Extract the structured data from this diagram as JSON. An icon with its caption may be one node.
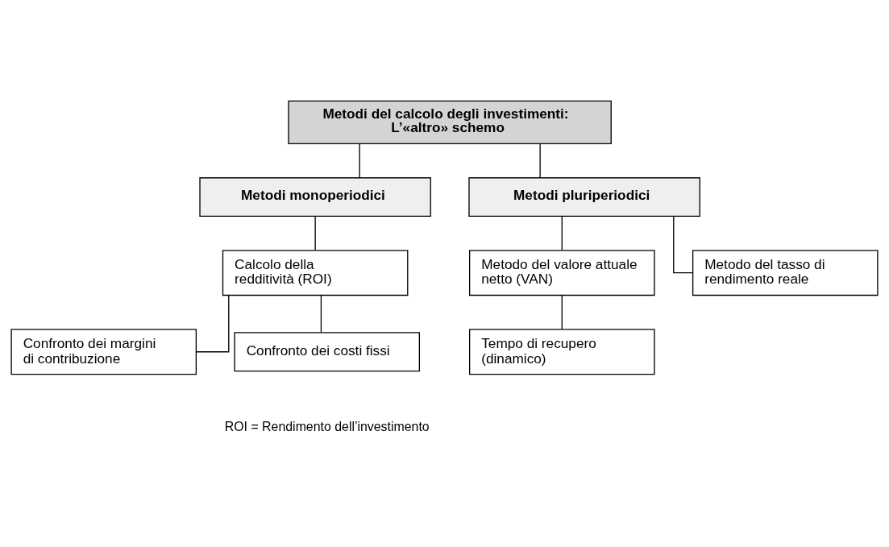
{
  "diagram": {
    "nodes": [
      {
        "text": [
          "Metodi del calcolo degli investimenti: L’«altro» schemo"
        ]
      },
      {
        "text": [
          "Metodi monoperiodici"
        ]
      },
      {
        "text": [
          "Metodi pluriperiodici"
        ]
      },
      {
        "text": [
          "Calcolo della redditività (ROI)"
        ]
      },
      {
        "text": [
          "Confronto dei margini di contribuzione"
        ]
      },
      {
        "text": [
          "Confronto dei costi fissi"
        ]
      },
      {
        "text": [
          "Metodo del valore attuale netto (VAN)"
        ]
      },
      {
        "text": [
          "Tempo di recupero (dinamico)"
        ]
      },
      {
        "text": [
          "Metodo del tasso di rendimento reale"
        ]
      }
    ],
    "edges": [
      {
        "from": 0,
        "to": 1,
        "arrow": "none"
      },
      {
        "from": 0,
        "to": 2,
        "arrow": "none"
      },
      {
        "from": 1,
        "to": 3,
        "arrow": "none"
      },
      {
        "from": 3,
        "to": 4,
        "arrow": "none"
      },
      {
        "from": 3,
        "to": 5,
        "arrow": "none"
      },
      {
        "from": 2,
        "to": 6,
        "arrow": "none"
      },
      {
        "from": 6,
        "to": 7,
        "arrow": "none"
      },
      {
        "from": 2,
        "to": 8,
        "arrow": "none"
      }
    ],
    "labels": [
      "ROI = Rendimento dell’investimento"
    ]
  }
}
